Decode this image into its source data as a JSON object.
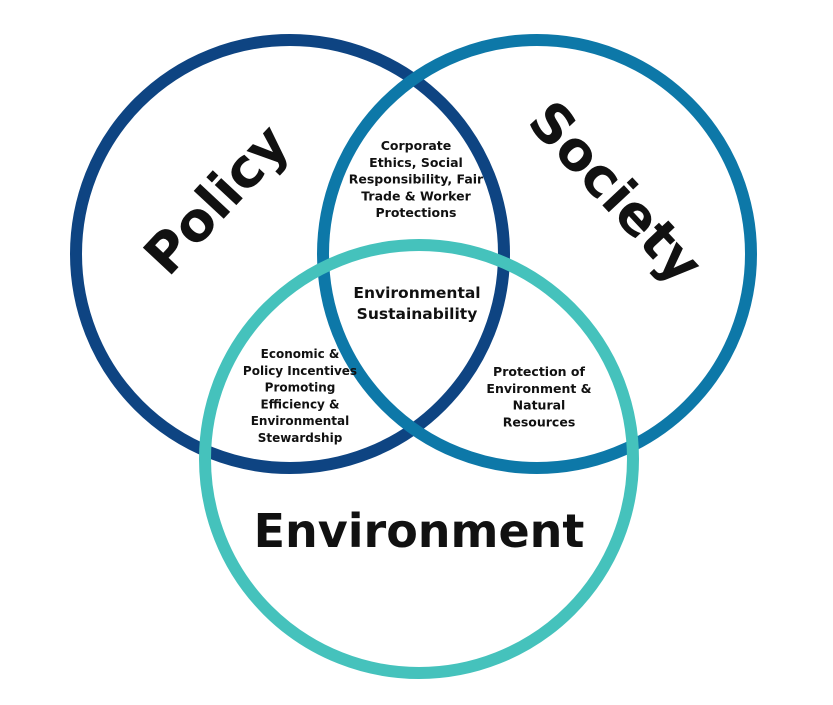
{
  "colors": {
    "policy": "#0e4482",
    "society": "#0d78a8",
    "environment": "#45c2bc"
  },
  "labels": {
    "policy": "Policy",
    "society": "Society",
    "environment": "Environment"
  },
  "overlaps": {
    "policy_society": [
      "Corporate",
      "Ethics, Social",
      "Responsibility, Fair",
      "Trade & Worker",
      "Protections"
    ],
    "center": [
      "Environmental",
      "Sustainability"
    ],
    "policy_environment": [
      "Economic &",
      "Policy Incentives",
      "Promoting",
      "Efficiency &",
      "Environmental",
      "Stewardship"
    ],
    "society_environment": [
      "Protection of",
      "Environment &",
      "Natural",
      "Resources"
    ]
  }
}
